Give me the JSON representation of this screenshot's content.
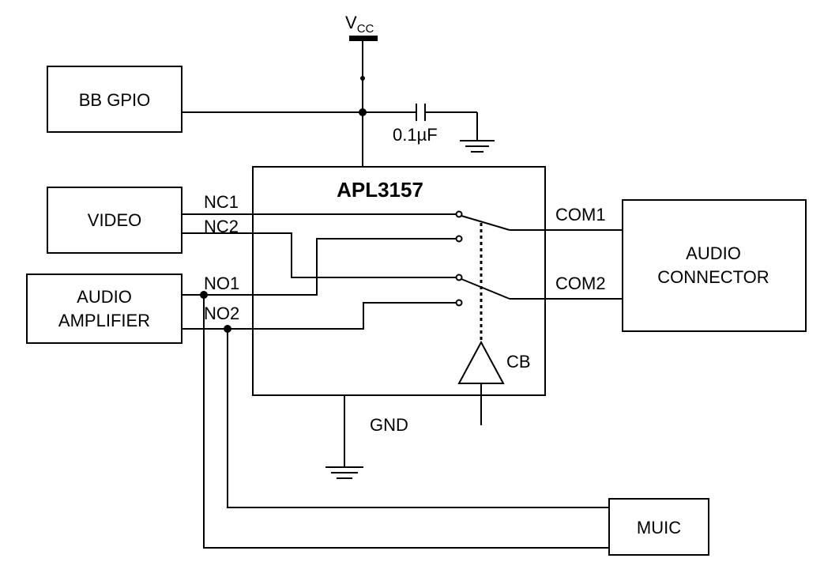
{
  "supply": {
    "label_main": "V",
    "label_sub": "CC"
  },
  "blocks": {
    "bb_gpio": "BB GPIO",
    "video": "VIDEO",
    "audio_amplifier": [
      "AUDIO",
      "AMPLIFIER"
    ],
    "audio_connector": [
      "AUDIO",
      "CONNECTOR"
    ],
    "muic": "MUIC"
  },
  "chip": {
    "name": "APL3157"
  },
  "capacitor": {
    "value": "0.1µF"
  },
  "pins": {
    "nc1": "NC1",
    "nc2": "NC2",
    "no1": "NO1",
    "no2": "NO2",
    "com1": "COM1",
    "com2": "COM2",
    "cb": "CB",
    "gnd": "GND"
  }
}
